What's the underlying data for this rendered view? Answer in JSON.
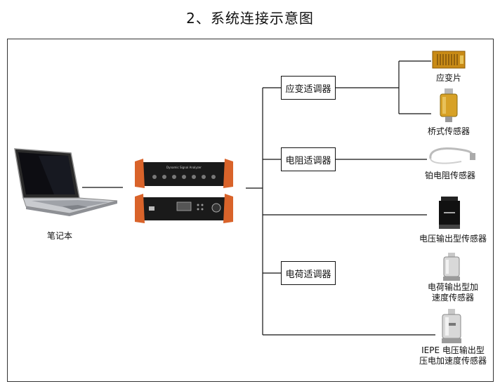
{
  "title": "2、系统连接示意图",
  "laptop": {
    "label": "笔记本"
  },
  "analyzer": {
    "front_text": "Dynamic Signal Analyzer"
  },
  "adapters": {
    "strain": "应变适调器",
    "resistance": "电阻适调器",
    "charge": "电荷适调器"
  },
  "sensors": {
    "strain_gauge": "应变片",
    "bridge": "桥式传感器",
    "platinum": "铂电阻传感器",
    "voltage_out": "电压输出型传感器",
    "charge_out_line1": "电荷输出型加",
    "charge_out_line2": "速度传感器",
    "iepe_line1": "IEPE 电压输出型",
    "iepe_line2": "压电加速度传感器"
  },
  "colors": {
    "line": "#111111",
    "accent": "#d9632a"
  }
}
